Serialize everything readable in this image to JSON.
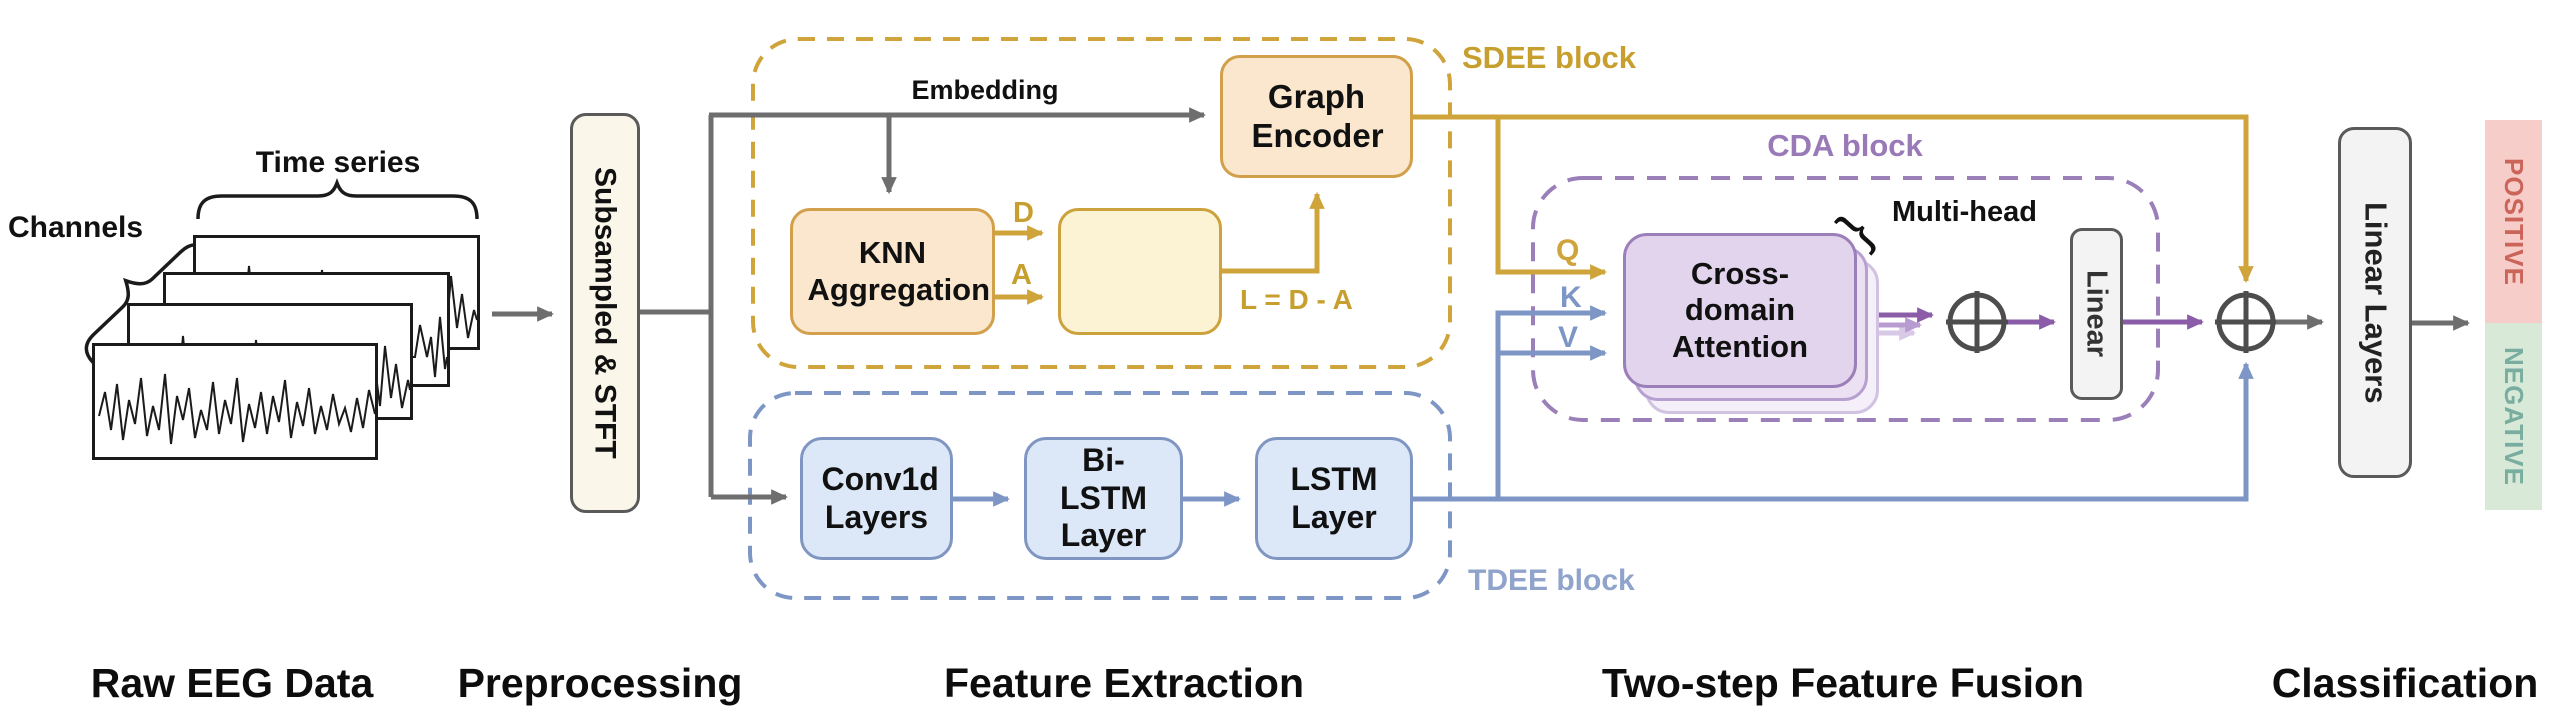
{
  "input_stack": {
    "channels_label": "Channels",
    "time_series_label": "Time series"
  },
  "preprocessing": {
    "box_label": "Subsampled & STFT"
  },
  "sdee": {
    "title": "SDEE block",
    "embedding_label": "Embedding",
    "knn_box": "KNN Aggregation",
    "graph_encoder_box": "Graph Encoder",
    "degree_label": "D",
    "adjacency_label": "A",
    "laplacian_formula": "L = D - A"
  },
  "tdee": {
    "title": "TDEE block",
    "conv_box": "Conv1d Layers",
    "bilstm_box": "Bi-LSTM Layer",
    "lstm_box": "LSTM Layer"
  },
  "cda": {
    "title": "CDA block",
    "attention_box": "Cross-domain Attention",
    "multi_head_label": "Multi-head",
    "multi_head_brace": "}",
    "q_label": "Q",
    "k_label": "K",
    "v_label": "V",
    "linear_box": "Linear"
  },
  "classification": {
    "linear_layers_box": "Linear Layers",
    "positive_label": "POSITIVE",
    "negative_label": "NEGATIVE"
  },
  "stage_labels": {
    "raw_eeg": "Raw EEG Data",
    "preprocessing": "Preprocessing",
    "feature_extraction": "Feature Extraction",
    "fusion": "Two-step Feature Fusion",
    "classification": "Classification"
  },
  "colors": {
    "gold": "#CFA43B",
    "gold_text": "#C79F2E",
    "peach_fill": "#FAE7CE",
    "peach_border": "#D29F4A",
    "yellow_fill": "#FCF3D4",
    "blue": "#7D96C5",
    "blue_fill": "#DCE7F7",
    "blue_text": "#8FA3CB",
    "purple": "#9B7FB8",
    "purple_arrow": "#8B5CA8",
    "attention_fill": "#E2D4EC",
    "gray": "#6E6E6E",
    "cream_fill": "#FAF7EA",
    "positive_bg": "#F6CDC9",
    "positive_text": "#CB6459",
    "negative_bg": "#D8E9D8",
    "negative_text": "#78AD9F"
  }
}
